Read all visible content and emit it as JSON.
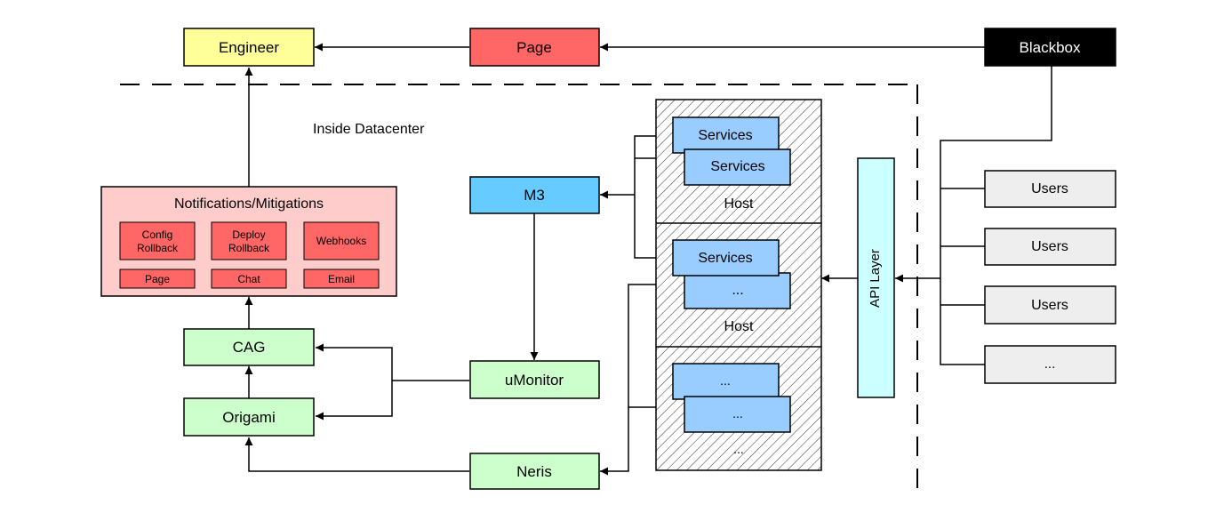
{
  "boundary_label": "Inside Datacenter",
  "nodes": {
    "engineer": "Engineer",
    "page": "Page",
    "blackbox": "Blackbox",
    "notifications": "Notifications/Mitigations",
    "config_rollback": [
      "Config",
      "Rollback"
    ],
    "deploy_rollback": [
      "Deploy",
      "Rollback"
    ],
    "webhooks": "Webhooks",
    "page_action": "Page",
    "chat": "Chat",
    "email": "Email",
    "cag": "CAG",
    "origami": "Origami",
    "m3": "M3",
    "umonitor": "uMonitor",
    "neris": "Neris",
    "api_layer": "API Layer",
    "host1_services_a": "Services",
    "host1_services_b": "Services",
    "host1_label": "Host",
    "host2_services_a": "Services",
    "host2_services_b": "...",
    "host2_label": "Host",
    "host3_services_a": "...",
    "host3_services_b": "...",
    "host3_label": "...",
    "users": [
      "Users",
      "Users",
      "Users",
      "..."
    ]
  },
  "colors": {
    "engineer": "#ffff99",
    "page": "#ff6666",
    "blackbox": "#000000",
    "notifications": "#ffcccc",
    "mitigation_item": "#ff6666",
    "green": "#ccffcc",
    "m3": "#66ccff",
    "service": "#99ccff",
    "api_layer": "#ccffff",
    "users": "#eeeeee"
  }
}
